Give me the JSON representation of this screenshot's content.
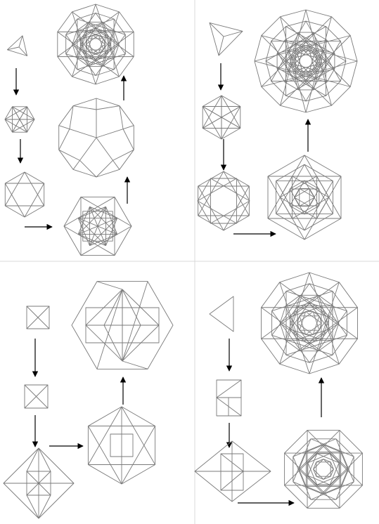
{
  "colors": {
    "figure_stroke": "#7a7a7a",
    "arrow": "#000000",
    "separator": "#d8d8d8",
    "background": "#ffffff"
  },
  "panels": [
    {
      "name": "panel-top-left",
      "shapes": [
        "triangle",
        "hexagon-small",
        "hexagon-star",
        "hexagon-large",
        "decagon-pentagon-faces",
        "decagon-dense"
      ],
      "flow": [
        "down",
        "down",
        "right",
        "up",
        "up"
      ]
    },
    {
      "name": "panel-top-right",
      "shapes": [
        "triangle",
        "hexagon-star",
        "hexagon-overlap",
        "hexagon-dense",
        "dodecagon-dense"
      ],
      "flow": [
        "down",
        "down",
        "right",
        "up"
      ]
    },
    {
      "name": "panel-bottom-left",
      "shapes": [
        "square-x",
        "square-x",
        "diamond-square",
        "hexagon-square",
        "hexagon-fan"
      ],
      "flow": [
        "down",
        "down",
        "right",
        "up"
      ]
    },
    {
      "name": "panel-bottom-right",
      "shapes": [
        "triangle",
        "rectangle-split",
        "diamond-split",
        "octagon-dense",
        "dodecagon-dense"
      ],
      "flow": [
        "down",
        "down",
        "right",
        "up"
      ]
    }
  ]
}
